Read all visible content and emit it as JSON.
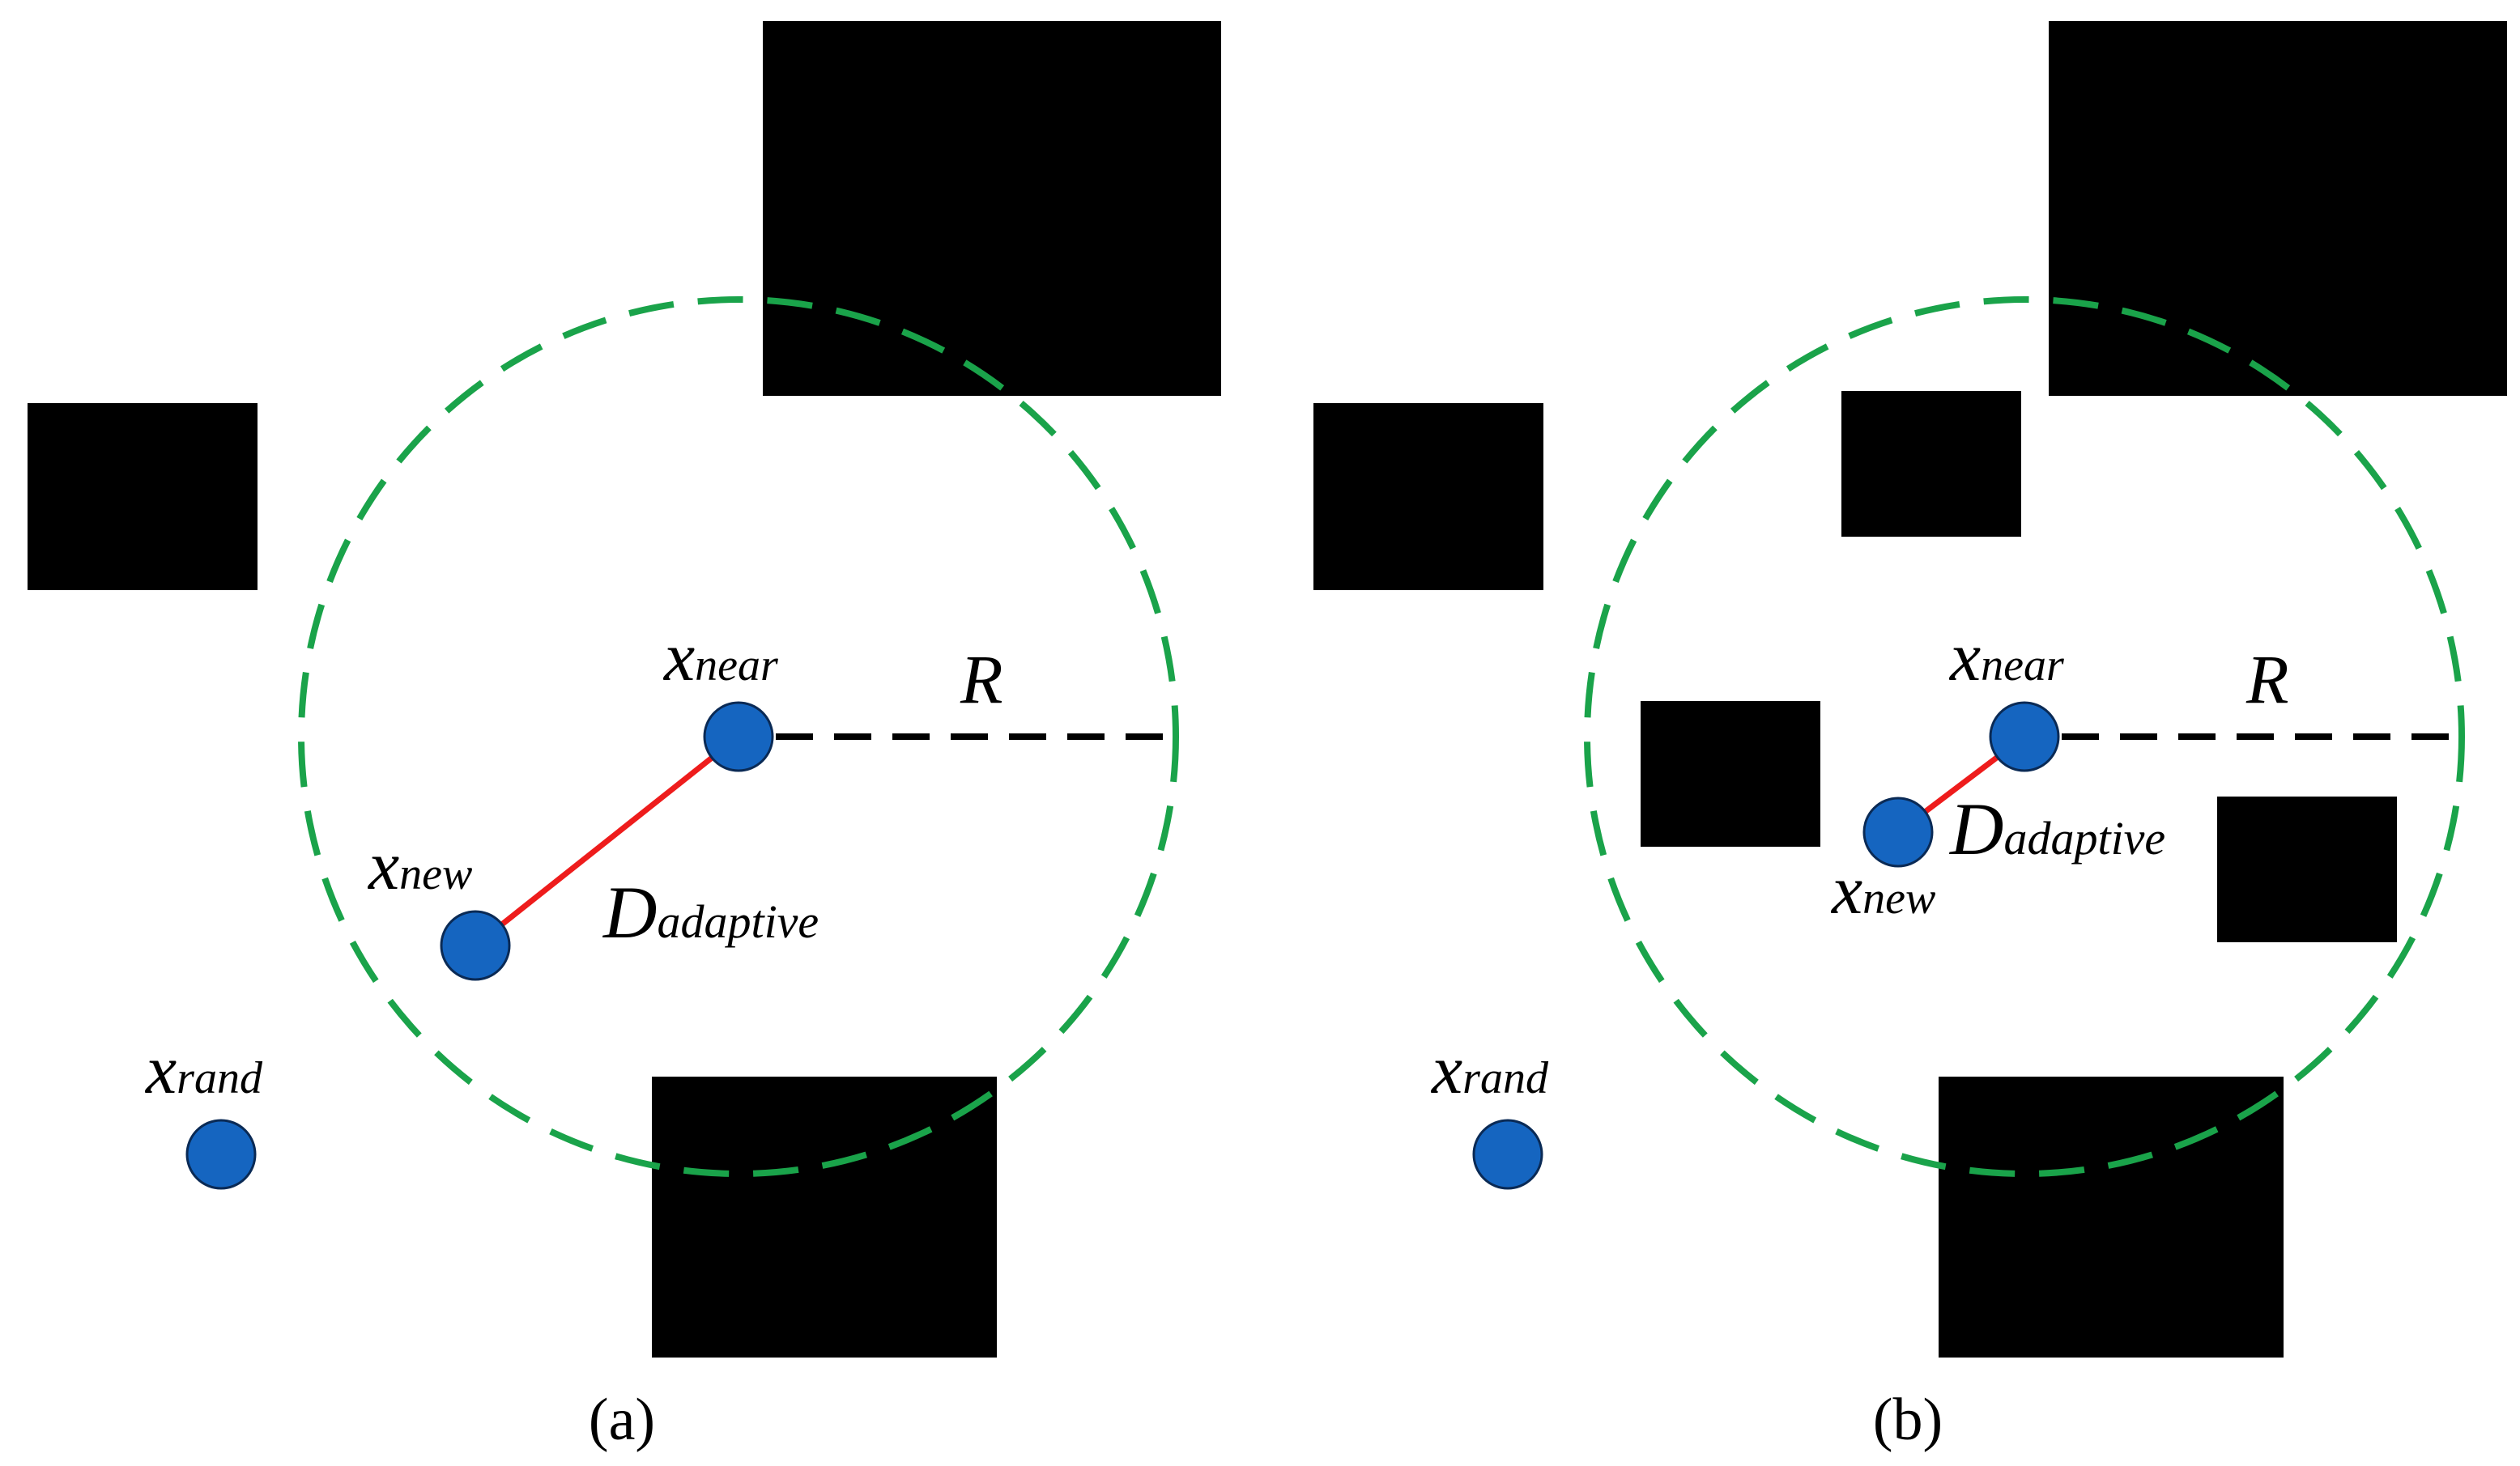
{
  "colors": {
    "background": "#ffffff",
    "obstacle": "#000000",
    "circle_boundary": "#1aa34a",
    "radius_line": "#000000",
    "extension_edge": "#ee1c1c",
    "node_fill": "#1565c0",
    "node_stroke": "#0a2a55",
    "text": "#000000"
  },
  "icons": {
    "node": "filled-circle",
    "obstacle": "filled-rectangle",
    "search_region": "dashed-circle"
  },
  "panels": [
    {
      "id": "a",
      "caption": "(a)",
      "labels": {
        "x_near": {
          "base": "x",
          "sub": "near"
        },
        "x_new": {
          "base": "x",
          "sub": "new"
        },
        "x_rand": {
          "base": "x",
          "sub": "rand"
        },
        "radius": "R",
        "step": {
          "base": "D",
          "sub": "adaptive"
        }
      }
    },
    {
      "id": "b",
      "caption": "(b)",
      "labels": {
        "x_near": {
          "base": "x",
          "sub": "near"
        },
        "x_new": {
          "base": "x",
          "sub": "new"
        },
        "x_rand": {
          "base": "x",
          "sub": "rand"
        },
        "radius": "R",
        "step": {
          "base": "D",
          "sub": "adaptive"
        }
      }
    }
  ]
}
